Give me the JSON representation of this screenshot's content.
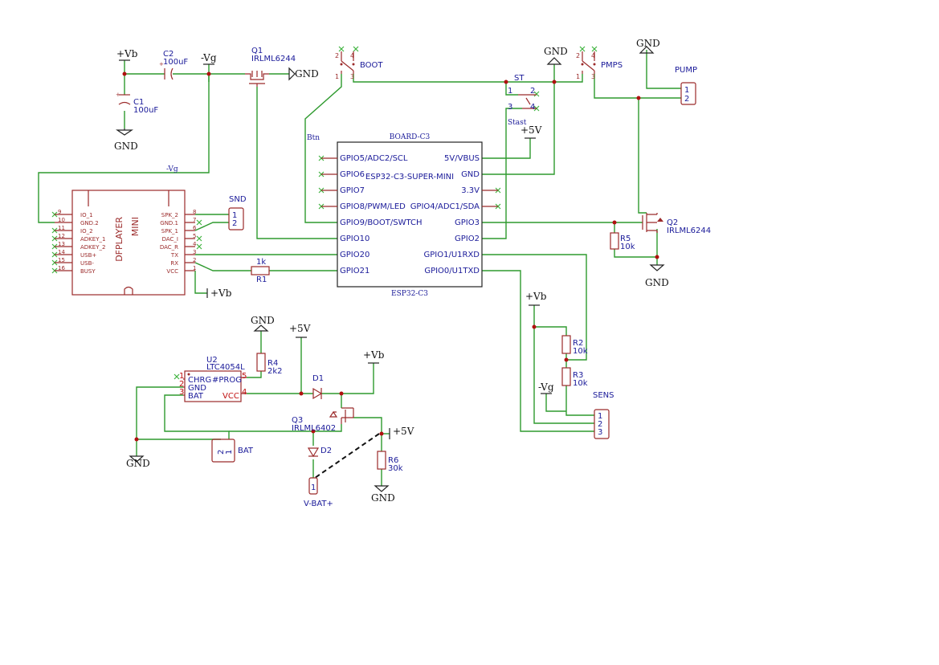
{
  "power": {
    "vb": "+Vb",
    "vg": "-Vg",
    "gnd": "GND",
    "v5": "+5V"
  },
  "parts": {
    "c2": {
      "ref": "C2",
      "value": "100uF"
    },
    "c1": {
      "ref": "C1",
      "value": "100uF"
    },
    "q1": {
      "ref": "Q1",
      "value": "IRLML6244"
    },
    "q2": {
      "ref": "Q2",
      "value": "IRLML6244"
    },
    "q3": {
      "ref": "Q3",
      "value": "IRLML6402"
    },
    "boot": {
      "ref": "BOOT"
    },
    "pmps": {
      "ref": "PMPS"
    },
    "st": {
      "ref": "ST"
    },
    "stast": {
      "ref": "Stast"
    },
    "pump": {
      "ref": "PUMP"
    },
    "snd": {
      "ref": "SND"
    },
    "sens": {
      "ref": "SENS"
    },
    "bat": {
      "ref": "BAT"
    },
    "r1": {
      "ref": "R1",
      "value": "1k"
    },
    "r2": {
      "ref": "R2",
      "value": "10k"
    },
    "r3": {
      "ref": "R3",
      "value": "10k"
    },
    "r4": {
      "ref": "R4",
      "value": "2k2"
    },
    "r5": {
      "ref": "R5",
      "value": "10k"
    },
    "r6": {
      "ref": "R6",
      "value": "30k"
    },
    "d1": {
      "ref": "D1"
    },
    "d2": {
      "ref": "D2"
    },
    "u2": {
      "ref": "U2",
      "value": "LTC4054L"
    },
    "vbat": {
      "ref": "V-BAT+"
    }
  },
  "board": {
    "ref": "BOARD-C3",
    "value": "ESP32-C3-SUPER-MINI",
    "bottom": "ESP32-C3",
    "left_pins": [
      "GPIO5/ADC2/SCL",
      "GPIO6",
      "GPIO7",
      "GPIO8/PWM/LED",
      "GPIO9/BOOT/SWTCH",
      "GPIO10",
      "GPIO20",
      "GPIO21"
    ],
    "right_pins": [
      "5V/VBUS",
      "GND",
      "3.3V",
      "GPIO4/ADC1/SDA",
      "GPIO3",
      "GPIO2",
      "GPIO1/U1RXD",
      "GPIO0/U1TXD"
    ]
  },
  "dfplayer": {
    "name": "DFPLAYER",
    "sub": "MINI",
    "left_pins": [
      "IO_1",
      "GND.2",
      "IO_2",
      "ADKEY_1",
      "ADKEY_2",
      "USB+",
      "USB-",
      "BUSY"
    ],
    "left_nums": [
      "9",
      "10",
      "11",
      "12",
      "13",
      "14",
      "15",
      "16"
    ],
    "right_pins": [
      "SPK_2",
      "GND.1",
      "SPK_1",
      "DAC_I",
      "DAC_R",
      "TX",
      "RX",
      "VCC"
    ],
    "right_nums": [
      "8",
      "7",
      "6",
      "5",
      "4",
      "3",
      "2",
      "1"
    ]
  },
  "u2_pins": {
    "chrg": "CHRG",
    "prog": "#PROG",
    "gnd": "GND",
    "bat": "BAT",
    "vcc": "VCC"
  },
  "nets": {
    "btn": "Btn",
    "vg_label": "-Vg"
  },
  "pinnums": {
    "p1": "1",
    "p2": "2",
    "p3": "3",
    "p4": "4",
    "p5": "5"
  }
}
